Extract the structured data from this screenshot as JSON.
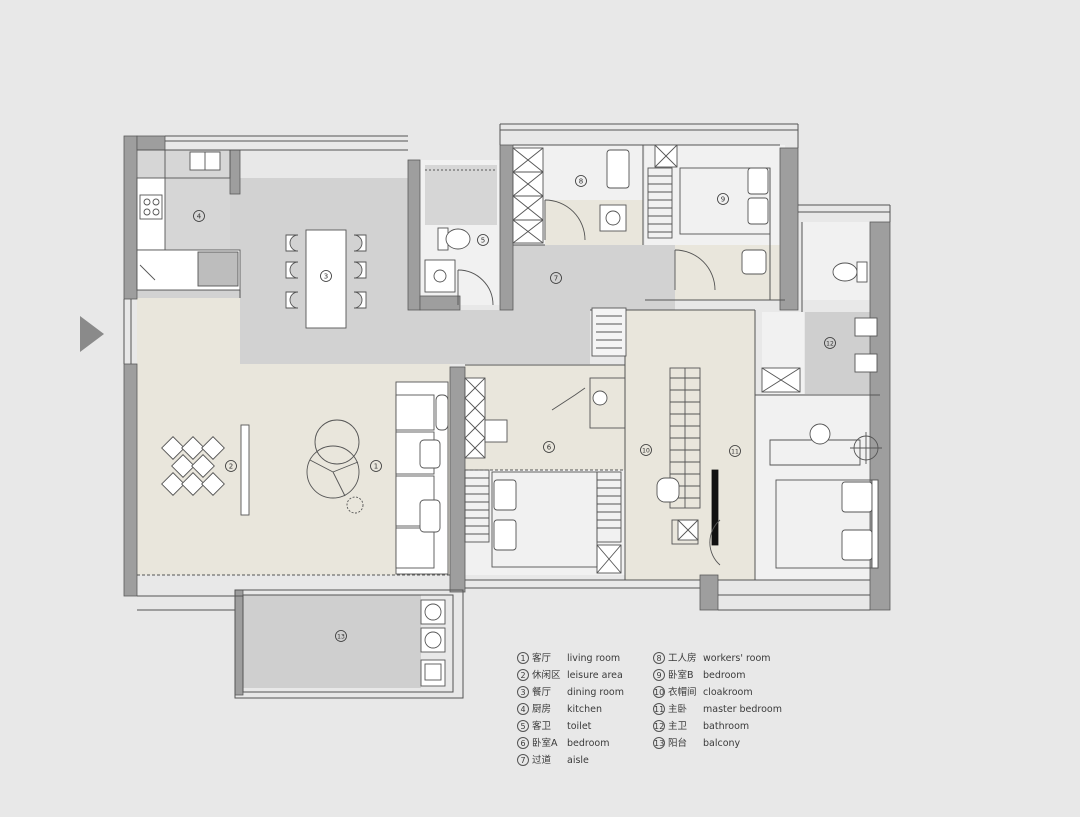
{
  "colors": {
    "background": "#e8e8e8",
    "wall": "#9e9e9e",
    "wall_line": "#5a5a5a",
    "floor_beige": "#e9e6dc",
    "floor_grey": "#cfcfcf",
    "floor_white": "#f1f1f1",
    "entry_arrow": "#8a8a8a"
  },
  "rooms": [
    {
      "num": "1",
      "zh": "客厅",
      "en": "living room"
    },
    {
      "num": "2",
      "zh": "休闲区",
      "en": "leisure area"
    },
    {
      "num": "3",
      "zh": "餐厅",
      "en": "dining room"
    },
    {
      "num": "4",
      "zh": "厨房",
      "en": "kitchen"
    },
    {
      "num": "5",
      "zh": "客卫",
      "en": "toilet"
    },
    {
      "num": "6",
      "zh": "卧室A",
      "en": "bedroom"
    },
    {
      "num": "7",
      "zh": "过道",
      "en": "aisle"
    },
    {
      "num": "8",
      "zh": "工人房",
      "en": "workers' room"
    },
    {
      "num": "9",
      "zh": "卧室B",
      "en": "bedroom"
    },
    {
      "num": "10",
      "zh": "衣帽间",
      "en": "cloakroom"
    },
    {
      "num": "11",
      "zh": "主卧",
      "en": "master bedroom"
    },
    {
      "num": "12",
      "zh": "主卫",
      "en": "bathroom"
    },
    {
      "num": "13",
      "zh": "阳台",
      "en": "balcony"
    }
  ]
}
